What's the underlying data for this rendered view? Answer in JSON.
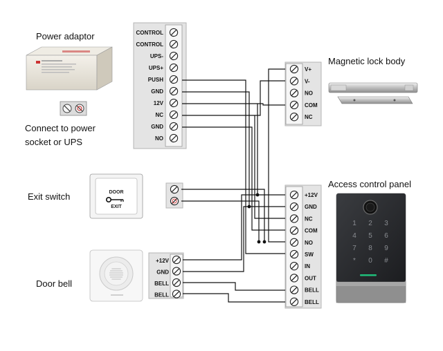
{
  "labels": {
    "power_adaptor": "Power adaptor",
    "connect_line1": "Connect to power",
    "connect_line2": "socket or UPS",
    "exit_switch": "Exit switch",
    "door_bell": "Door bell",
    "magnetic_lock_body": "Magnetic lock body",
    "access_control_panel": "Access control panel"
  },
  "power_terminals": [
    "CONTROL",
    "CONTROL",
    "UPS-",
    "UPS+",
    "PUSH",
    "GND",
    "12V",
    "NC",
    "GND",
    "NO"
  ],
  "lock_terminals": [
    "V+",
    "V-",
    "NO",
    "COM",
    "NC"
  ],
  "panel_terminals": [
    "+12V",
    "GND",
    "NC",
    "COM",
    "NO",
    "SW",
    "IN",
    "OUT",
    "BELL",
    "BELL"
  ],
  "bell_terminals": [
    "+12V",
    "GND",
    "BELL",
    "BELL"
  ],
  "exit_button": {
    "line1": "DOOR",
    "line2": "EXIT"
  },
  "keypad_keys": [
    "1",
    "2",
    "3",
    "4",
    "5",
    "6",
    "7",
    "8",
    "9",
    "*",
    "0",
    "#"
  ],
  "colors": {
    "wire": "#111111",
    "terminal_bg": "#e6e6e6",
    "panel_body": "#2b2d30",
    "key_glow": "#1fbf7a"
  }
}
